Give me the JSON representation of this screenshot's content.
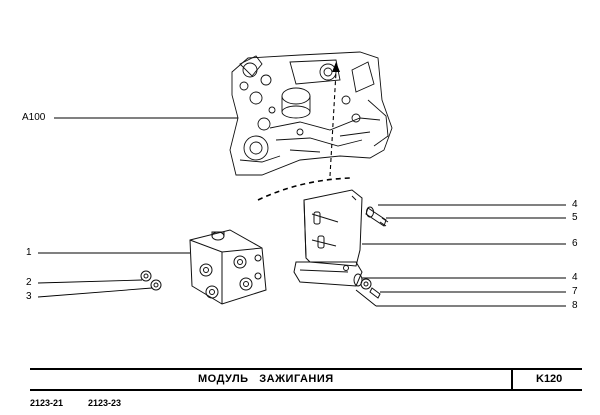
{
  "callouts": {
    "a100": "A100",
    "c1": "1",
    "c2": "2",
    "c3": "3",
    "c4a": "4",
    "c5": "5",
    "c6": "6",
    "c4b": "4",
    "c7": "7",
    "c8": "8"
  },
  "footer": {
    "title": "МОДУЛЬ   ЗАЖИГАНИЯ",
    "code": "K120",
    "models": [
      "2123-21",
      "2123-23"
    ]
  }
}
